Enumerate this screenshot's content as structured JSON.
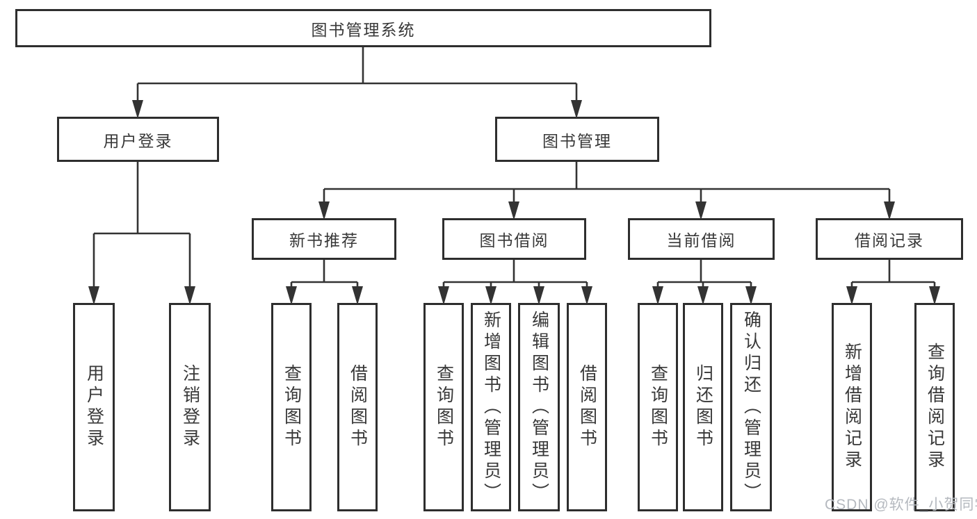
{
  "diagram": {
    "root": "图书管理系统",
    "level2": [
      "用户登录",
      "图书管理"
    ],
    "level3": [
      "新书推荐",
      "图书借阅",
      "当前借阅",
      "借阅记录"
    ],
    "leaves": [
      "用户登录",
      "注销登录",
      "查询图书",
      "借阅图书",
      "查询图书",
      "新增图书（管理员）",
      "编辑图书（管理员）",
      "借阅图书",
      "查询图书",
      "归还图书",
      "确认归还（管理员）",
      "新增借阅记录",
      "查询借阅记录"
    ]
  },
  "watermark": "CSDN @软件_小贺同学",
  "colors": {
    "line": "#333333",
    "border": "#2e2e2e",
    "text": "#383838",
    "watermark": "#b5b9bf",
    "background": "#ffffff"
  }
}
